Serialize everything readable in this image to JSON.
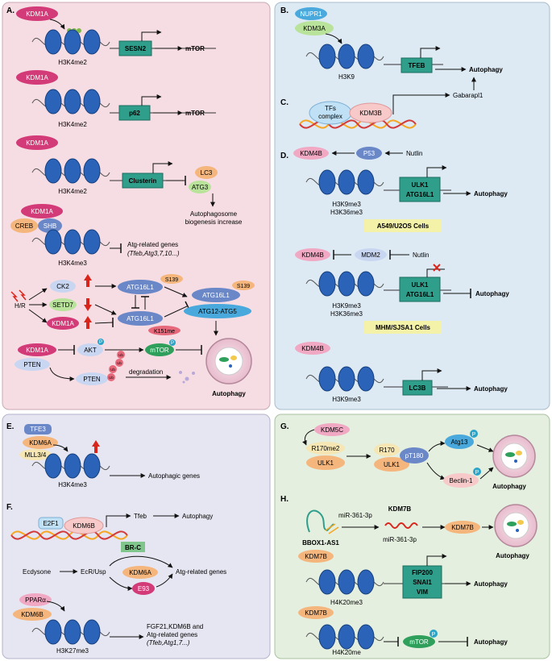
{
  "colors": {
    "panel_A_bg": "#f6dde3",
    "panel_BD_bg": "#ddeaf4",
    "panel_EF_bg": "#e6e6f2",
    "panel_GH_bg": "#e4efdf",
    "gene_box": "#2f9f8c",
    "nucleosome": "#2a63b8",
    "magenta_enzyme": "#d33a78",
    "blue_enzyme": "#6a87c8",
    "peach": "#f5b67d",
    "yellow_box": "#f4f1a8",
    "red_arrow": "#d9261c"
  },
  "panel_A": {
    "label": "A.",
    "row1": {
      "enzyme": "KDM1A",
      "mark": "H3K4me2",
      "gene": "SESN2",
      "target": "mTOR"
    },
    "row2": {
      "enzyme": "KDM1A",
      "mark": "H3K4me2",
      "gene": "p62",
      "target": "mTOR"
    },
    "row3": {
      "enzyme": "KDM1A",
      "mark": "H3K4me2",
      "gene": "Clusterin",
      "lc3": "LC3",
      "atg3": "ATG3",
      "out1": "Autophagosome",
      "out2": "biogenesis increase"
    },
    "row4": {
      "enzyme": "KDM1A",
      "creb": "CREB",
      "shb": "SHB",
      "mark": "H3K4me3",
      "out1": "Atg-related genes",
      "out2": "(Tfeb,Atg3,7,10...)"
    },
    "hr": {
      "hr": "H/R",
      "ck2": "CK2",
      "setd7": "SETD7",
      "kdm1a": "KDM1A",
      "atg16l1_top": "ATG16L1",
      "s139a": "S139",
      "atg16l1_bot": "ATG16L1",
      "k151": "K151me",
      "atg16l1_right": "ATG16L1",
      "s139b": "S139",
      "complex": "ATG12-ATG5"
    },
    "bottom": {
      "kdm1a": "KDM1A",
      "pten1": "PTEN",
      "akt": "AKT",
      "p": "P",
      "mtor": "mTOR",
      "pten2": "PTEN",
      "ub": "Ub",
      "degradation": "degradation",
      "autophagy": "Autophagy"
    }
  },
  "panel_B": {
    "label": "B.",
    "nupr1": "NUPR1",
    "kdm3a": "KDM3A",
    "mark": "H3K9",
    "gene": "TFEB",
    "out": "Autophagy"
  },
  "panel_C": {
    "label": "C.",
    "tfs1": "TFs",
    "tfs2": "complex",
    "kdm3b": "KDM3B",
    "gene": "Gabarapl1"
  },
  "panel_D": {
    "label": "D.",
    "g1": {
      "kdm4b": "KDM4B",
      "p53": "P53",
      "nutlin": "Nutlin",
      "mark1": "H3K9me3",
      "mark2": "H3K36me3",
      "gene1": "ULK1",
      "gene2": "ATG16L1",
      "out": "Autophagy",
      "cells": "A549/U2OS Cells"
    },
    "g2": {
      "kdm4b": "KDM4B",
      "mdm2": "MDM2",
      "nutlin": "Nutlin",
      "mark1": "H3K9me3",
      "mark2": "H3K36me3",
      "gene1": "ULK1",
      "gene2": "ATG16L1",
      "out": "Autophagy",
      "cells": "MHM/SJSA1 Cells"
    },
    "g3": {
      "kdm4b": "KDM4B",
      "mark": "H3K9me3",
      "gene": "LC3B",
      "out": "Autophagy"
    }
  },
  "panel_E": {
    "label": "E.",
    "tfe3": "TFE3",
    "kdm6a": "KDM6A",
    "mll": "MLL3/4",
    "mark": "H3K4me3",
    "out": "Autophagic genes"
  },
  "panel_F": {
    "label": "F.",
    "e2f1": "E2F1",
    "kdm6b": "KDM6B",
    "tfeb": "Tfeb",
    "out": "Autophagy",
    "brc": "BR-C",
    "ecdysone": "Ecdysone",
    "ecr": "EcR/Usp",
    "kdm6a": "KDM6A",
    "e93": "E93",
    "atg": "Atg-related genes",
    "ppara": "PPARα",
    "kdm6b2": "KDM6B",
    "mark": "H3K27me3",
    "out2a": "FGF21,KDM6B and",
    "out2b": "Atg-related genes",
    "out2c": "(Tfeb,Atg1,7...)"
  },
  "panel_G": {
    "label": "G.",
    "kdm5c": "KDM5C",
    "r170me2": "R170me2",
    "ulk1a": "ULK1",
    "r170": "R170",
    "ulk1b": "ULK1",
    "pt180": "pT180",
    "atg13": "Atg13",
    "beclin": "Beclin-1",
    "p": "P",
    "out": "Autophagy"
  },
  "panel_H": {
    "label": "H.",
    "bbox": "BBOX1-AS1",
    "mir1": "miR-361-3p",
    "kdm7b_top": "KDM7B",
    "mir2": "miR-361-3p",
    "kdm7b_right": "KDM7B",
    "out1": "Autophagy",
    "kdm7b_2": "KDM7B",
    "mark2": "H4K20me3",
    "gene1": "FIP200",
    "gene2": "SNAI1",
    "gene3": "VIM",
    "out2": "Autophagy",
    "kdm7b_3": "KDM7B",
    "mark3": "H4K20me",
    "mtor": "mTOR",
    "p": "P",
    "out3": "Autophagy"
  }
}
